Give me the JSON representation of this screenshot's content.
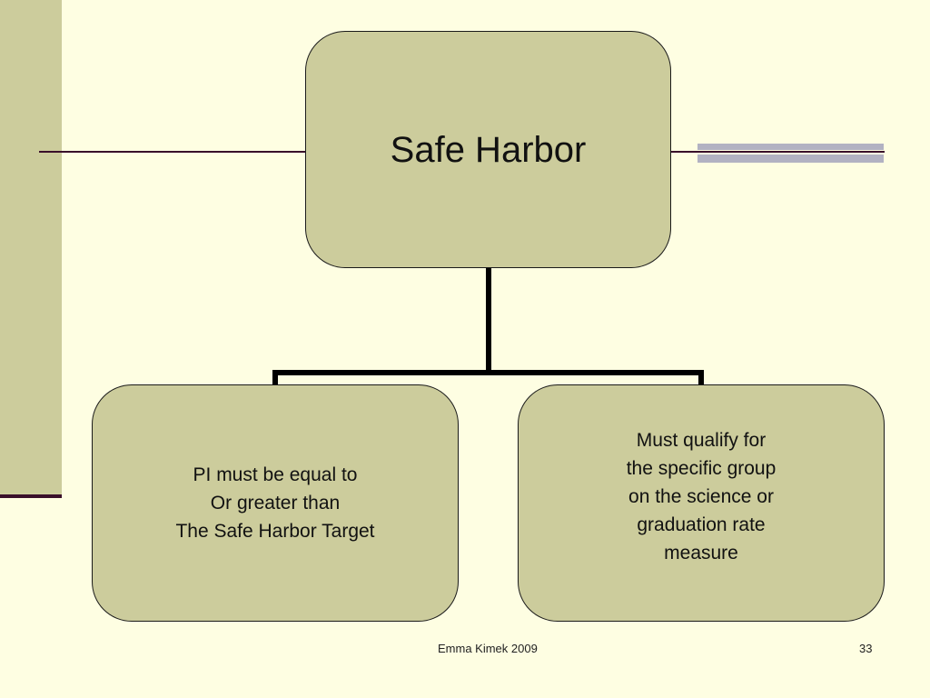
{
  "diagram": {
    "root": {
      "label": "Safe Harbor"
    },
    "children": [
      {
        "lines": [
          "PI must be equal to",
          "Or greater than",
          "The Safe Harbor Target"
        ]
      },
      {
        "lines": [
          "Must qualify for",
          "the specific group",
          "on the science or",
          "graduation rate",
          "measure"
        ]
      }
    ]
  },
  "footer": {
    "author": "Emma Kimek 2009",
    "page_number": "33"
  },
  "colors": {
    "background": "#fefee2",
    "box_fill": "#cccc9c",
    "accent_rule": "#3a0f2a",
    "accent_bar": "#b2b2c2",
    "connector": "#000000"
  }
}
